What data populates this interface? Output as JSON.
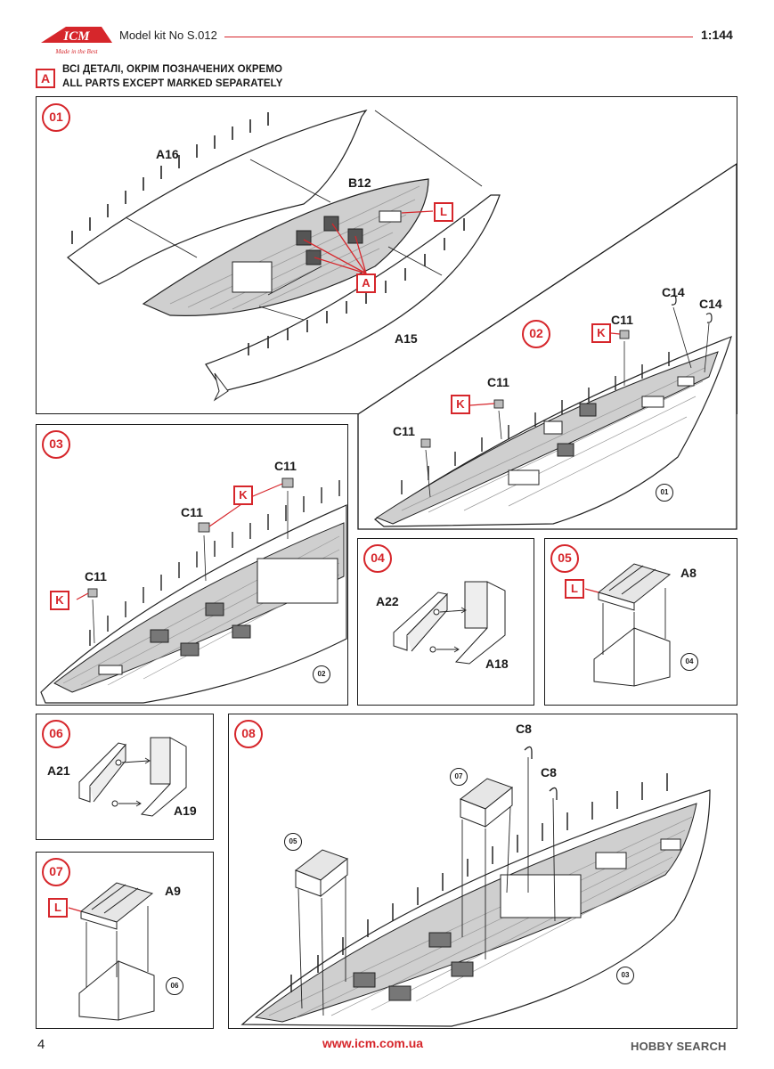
{
  "header": {
    "brand": "ICM",
    "brand_tagline": "Made in the Best",
    "model_no": "Model kit No S.012",
    "scale": "1:144"
  },
  "note": {
    "tag": "A",
    "line_uk": "ВСІ ДЕТАЛІ, ОКРІМ ПОЗНАЧЕНИХ ОКРЕМО",
    "line_en": "ALL PARTS EXCEPT MARKED SEPARATELY"
  },
  "steps": {
    "s01": {
      "number": "01",
      "labels": {
        "a16": "A16",
        "b12": "B12",
        "a15": "A15"
      },
      "tags": {
        "l": "L",
        "a": "A"
      }
    },
    "s02": {
      "number": "02",
      "labels": {
        "c11_top": "C11",
        "c11_mid": "C11",
        "c11_left": "C11",
        "c14_a": "C14",
        "c14_b": "C14"
      },
      "tags": {
        "k1": "K",
        "k2": "K"
      },
      "ref": "01"
    },
    "s03": {
      "number": "03",
      "labels": {
        "c11_top": "C11",
        "c11_mid": "C11",
        "c11_left": "C11"
      },
      "tags": {
        "k1": "K",
        "k2": "K"
      },
      "ref": "02"
    },
    "s04": {
      "number": "04",
      "labels": {
        "a22": "A22",
        "a18": "A18"
      }
    },
    "s05": {
      "number": "05",
      "labels": {
        "a8": "A8"
      },
      "tags": {
        "l": "L"
      },
      "ref": "04"
    },
    "s06": {
      "number": "06",
      "labels": {
        "a21": "A21",
        "a19": "A19"
      }
    },
    "s07": {
      "number": "07",
      "labels": {
        "a9": "A9"
      },
      "tags": {
        "l": "L"
      },
      "ref": "06"
    },
    "s08": {
      "number": "08",
      "labels": {
        "c8_a": "C8",
        "c8_b": "C8"
      },
      "refs": {
        "r07": "07",
        "r05": "05",
        "r03": "03"
      }
    }
  },
  "footer": {
    "page": "4",
    "url": "www.icm.com.ua",
    "watermark": "HOBBY SEARCH"
  },
  "colors": {
    "accent": "#d6262b",
    "ink": "#1a1a1a",
    "deck": "#cfcfcf"
  }
}
